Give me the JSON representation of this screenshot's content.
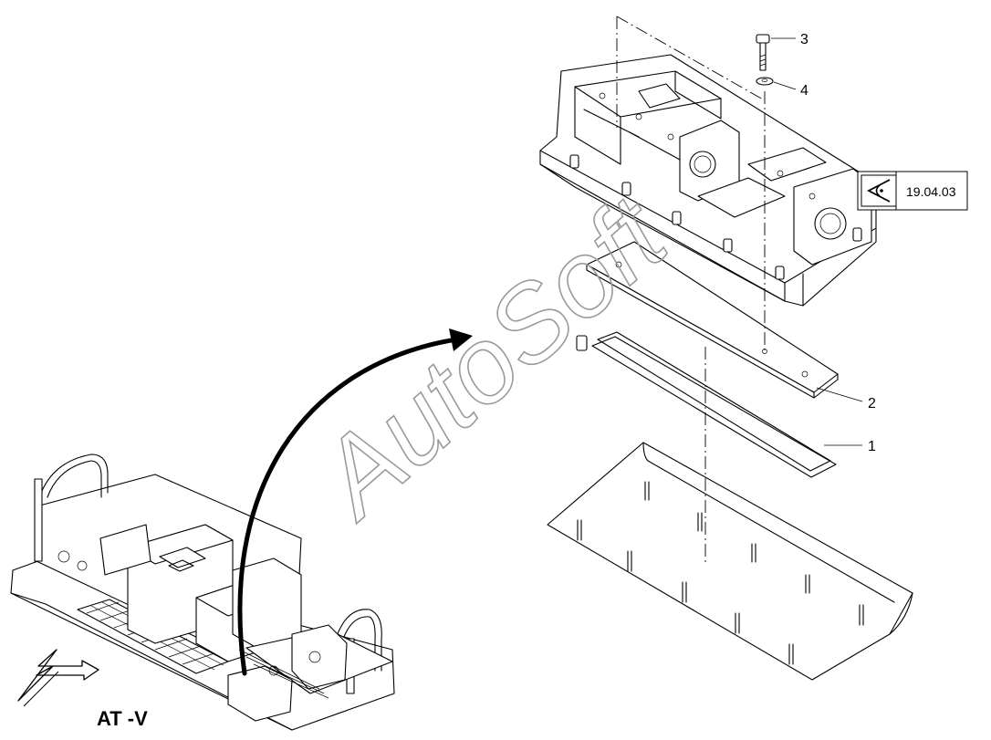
{
  "watermark": "AutoSoft",
  "reference": {
    "code": "19.04.03",
    "icon": "eye-icon"
  },
  "view_label": "AT -V",
  "callouts": [
    {
      "number": "1",
      "part": "gasket-ring"
    },
    {
      "number": "2",
      "part": "cover-plate"
    },
    {
      "number": "3",
      "part": "bolt"
    },
    {
      "number": "4",
      "part": "washer"
    }
  ]
}
